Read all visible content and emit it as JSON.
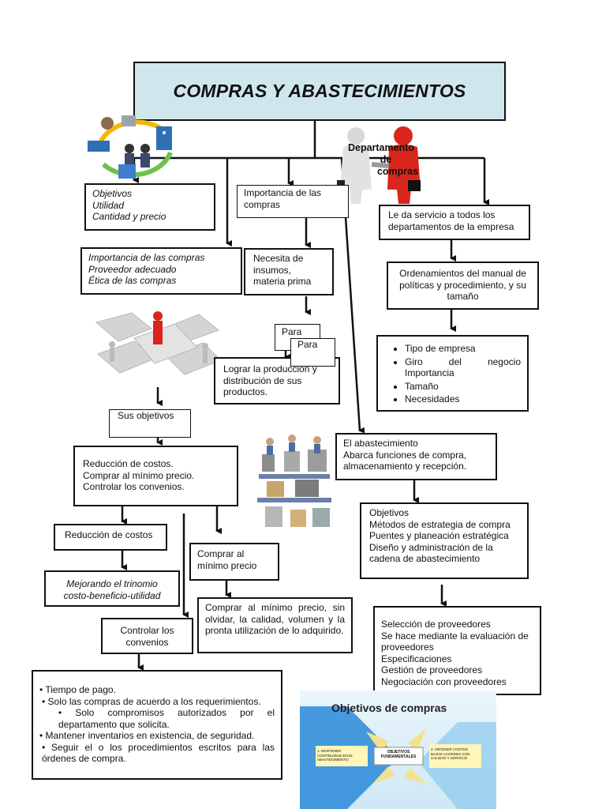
{
  "title": "COMPRAS Y ABASTECIMIENTOS",
  "dept_label": [
    "Departamento",
    "de",
    "compras"
  ],
  "objetivos_box": [
    "Objetivos",
    "Utilidad",
    "Cantidad y precio"
  ],
  "importancia_box": [
    "Importancia de las compras",
    "Proveedor adecuado",
    "Ética de las compras"
  ],
  "importancia_compras": "Importancia de las compras",
  "necesita": "Necesita de insumos, materia prima",
  "para_1": "Para",
  "para_2": "Para",
  "lograr": "Lograr la producción y distribución de sus productos.",
  "servicio": "Le da servicio a todos los departamentos de la empresa",
  "ordenamientos": "Ordenamientos del manual de políticas y procedimiento, y su tamaño",
  "factores": [
    "Tipo de empresa",
    "Giro del negocio Importancia",
    "Tamaño",
    "Necesidades"
  ],
  "sus_objetivos": "Sus objetivos",
  "reduccion_list": [
    "Reducción de costos.",
    "Comprar al mínimo precio.",
    "Controlar los convenios."
  ],
  "reduccion_costos": "Reducción de costos",
  "mejorando": [
    "Mejorando el trinomio",
    "costo-beneficio-utilidad"
  ],
  "comprar_minimo": "Comprar al mínimo precio",
  "comprar_detalle": "Comprar al mínimo precio, sin olvidar, la calidad, volumen y la pronta utilización de lo adquirido.",
  "controlar": [
    "Controlar los",
    "convenios"
  ],
  "convenios_list": [
    "• Tiempo de pago.",
    "• Solo las compras de acuerdo a los requerimientos.",
    "• Solo compromisos autorizados por el departamento que solicita.",
    "• Mantener inventarios en existencia, de seguridad.",
    "• Seguir el o los procedimientos escritos para las órdenes de compra."
  ],
  "abastecimiento": [
    "El abastecimiento",
    "Abarca funciones de compra, almacenamiento y recepción."
  ],
  "objetivos_estrategia": [
    "Objetivos",
    "Métodos de estrategia de compra",
    "Puentes y planeación estratégica",
    "Diseño y administración de la cadena de abastecimiento"
  ],
  "seleccion": [
    "Selección de proveedores",
    "Se hace mediante la evaluación de proveedores",
    "Especificaciones",
    "Gestión de proveedores",
    "Negociación con proveedores"
  ],
  "image_objetivos": {
    "title": "Objetivos de compras",
    "center": "OBJETIVOS FUNDAMENTALES",
    "left": "1. MANTENER CONTINUIDAD EN EL ABASTECIMIENTO",
    "right": "4. OBTENER COSTOS BAJOS ACORDES CON CALIDAD Y SERVICIO"
  },
  "colors": {
    "title_bg": "#cfe6ec",
    "red_figure": "#d9261c",
    "blue": "#1f6fb5"
  }
}
